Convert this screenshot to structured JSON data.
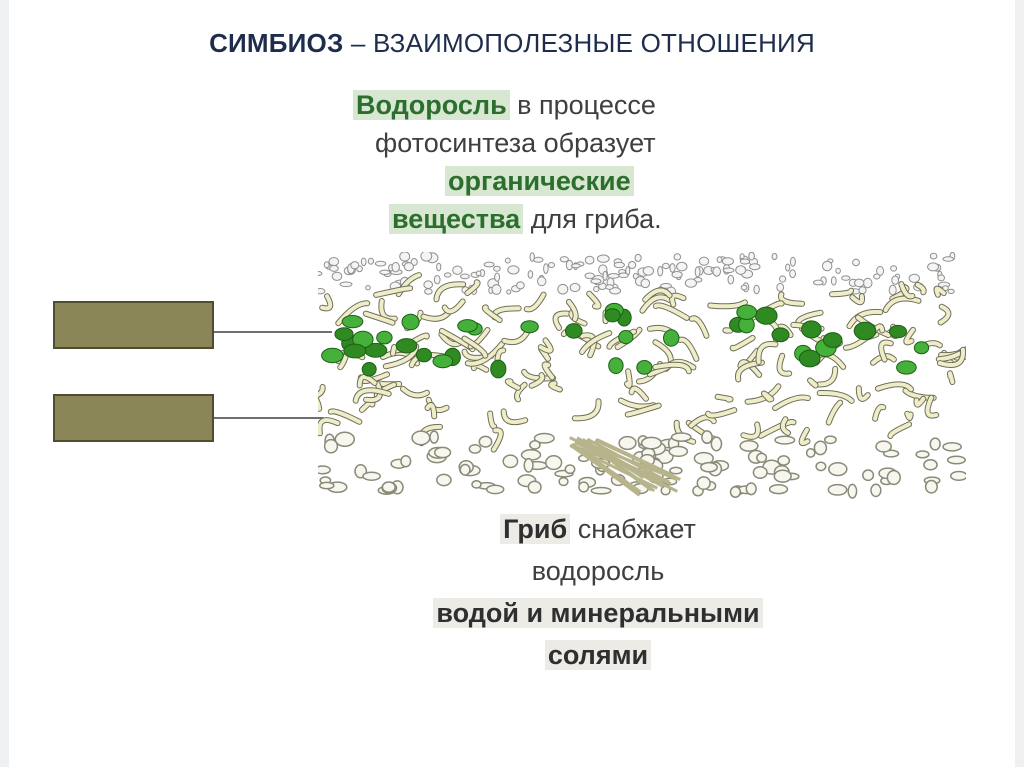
{
  "title": {
    "bold": "СИМБИОЗ",
    "rest": " – ВЗАИМОПОЛЕЗНЫЕ ОТНОШЕНИЯ"
  },
  "algae_text": {
    "line1_highlight": "Водоросль",
    "line1_rest": " в процессе",
    "line2": "фотосинтеза образует",
    "line3_highlight": "органические",
    "line4_highlight": "вещества",
    "line4_rest": " для гриба."
  },
  "fungus_text": {
    "line1_highlight": "Гриб",
    "line1_rest": " снабжает",
    "line2": "водоросль",
    "line3_highlight": "водой и минеральными",
    "line4_highlight": "солями"
  },
  "colors": {
    "title": "#1f2d4d",
    "highlight_green": "#2c6e2d",
    "label_box": "#8b8658",
    "algae_cell": "#3f9a2f",
    "fungal_hypha": "#efedc8"
  }
}
